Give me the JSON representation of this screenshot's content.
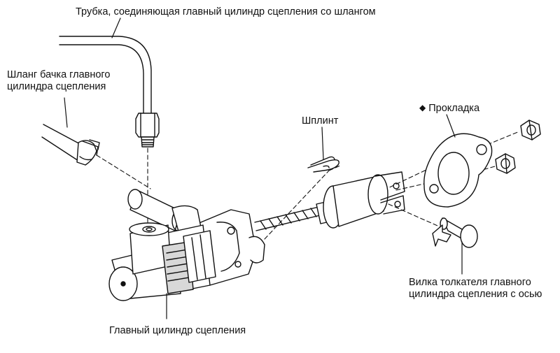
{
  "labels": {
    "tube": "Трубка, соединяющая главный цилиндр сцепления со шлангом",
    "hose_line1": "Шланг бачка главного",
    "hose_line2": "цилиндра сцепления",
    "cotter": "Шплинт",
    "gasket": "Прокладка",
    "gasket_marker": "◆",
    "fork_line1": "Вилка толкателя главного",
    "fork_line2": "цилиндра сцепления с осью",
    "cylinder": "Главный цилиндр сцепления"
  },
  "colors": {
    "line": "#111111",
    "background": "#ffffff",
    "shade": "#d8d8d8"
  },
  "icons": {
    "marker": "diamond-marker-icon",
    "arrow": "insertion-arrow-icon"
  }
}
